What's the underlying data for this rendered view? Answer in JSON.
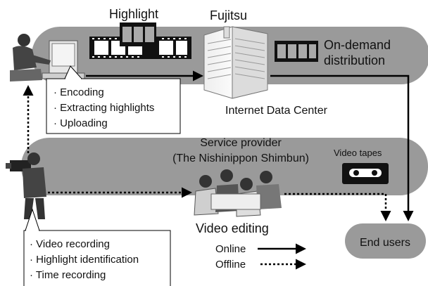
{
  "labels": {
    "highlight": "Highlight",
    "fujitsu": "Fujitsu",
    "on_demand_line1": "On-demand",
    "on_demand_line2": "distribution",
    "internet_data_center": "Internet Data Center",
    "service_provider_line1": "Service provider",
    "service_provider_line2": "(The Nishinippon Shimbun)",
    "video_tapes": "Video tapes",
    "video_editing": "Video editing",
    "end_users": "End users"
  },
  "encoding_list": [
    "· Encoding",
    "· Extracting highlights",
    "· Uploading"
  ],
  "recording_list": [
    "· Video recording",
    "· Highlight identification",
    "· Time recording"
  ],
  "legend": {
    "online": "Online",
    "offline": "Offline"
  },
  "icons": [
    "editor-at-computer-icon",
    "film-strip-icon",
    "data-center-building-icon",
    "cameraman-icon",
    "video-editors-group-icon",
    "video-tape-icon"
  ],
  "colors": {
    "band": "#9a9a9a",
    "end_users_box": "#9a9a9a",
    "arrow": "#000000",
    "callout_bg": "#ffffff"
  }
}
